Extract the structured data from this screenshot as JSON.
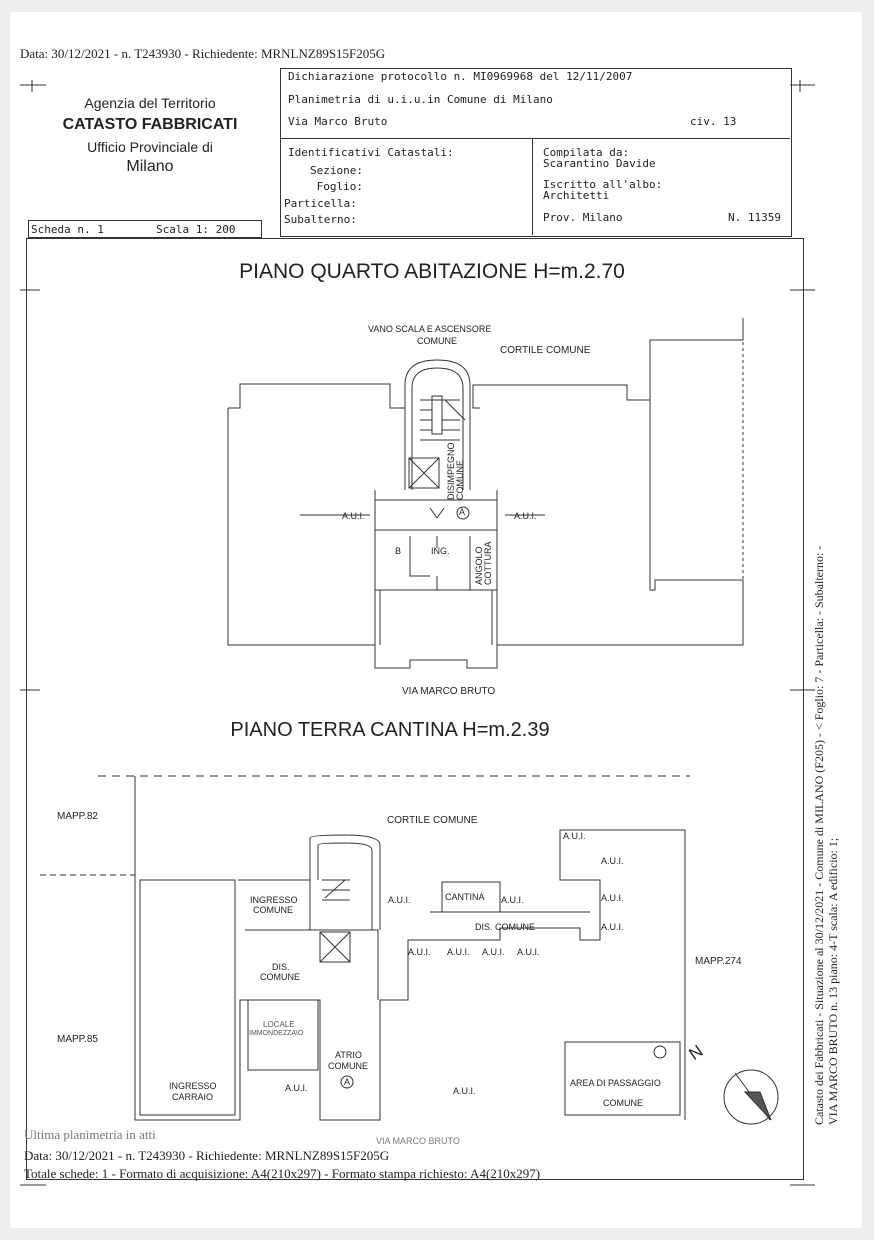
{
  "header": {
    "top_line": "Data: 30/12/2021 - n. T243930 - Richiedente: MRNLNZ89S15F205G"
  },
  "agency": {
    "line1": "Agenzia del Territorio",
    "line2": "CATASTO FABBRICATI",
    "line3": "Ufficio Provinciale di",
    "line4": "Milano"
  },
  "doc": {
    "protocol": "Dichiarazione protocollo n. MI0969968 del  12/11/2007",
    "plan_of": "Planimetria di u.i.u.in Comune di Milano",
    "street": "Via Marco Bruto",
    "civ": "civ. 13",
    "ids_title": "Identificativi Catastali:",
    "sezione": "Sezione:",
    "foglio": "Foglio:",
    "particella": "Particella:",
    "subalterno": "Subalterno:",
    "compiled_by": "Compilata da:",
    "compiler": "Scarantino Davide",
    "registered": "Iscritto all'albo:",
    "profession": "Architetti",
    "province": "Prov. Milano",
    "number": "N. 11359",
    "scheda": "Scheda n. 1",
    "scala": "Scala 1: 200"
  },
  "plan_top": {
    "title": "PIANO QUARTO ABITAZIONE H=m.2.70",
    "vano_scala": "VANO SCALA E ASCENSORE",
    "comune": "COMUNE",
    "cortile": "CORTILE COMUNE",
    "disimpegno": "DISIMPEGNO COMUNE",
    "aui_left": "A.U.I.",
    "aui_right": "A.U.I.",
    "marker": "A",
    "bath": "B",
    "ing": "ING.",
    "angolo": "ANGOLO COTTURA",
    "street": "VIA MARCO BRUTO"
  },
  "plan_bottom": {
    "title": "PIANO TERRA CANTINA H=m.2.39",
    "mapp82": "MAPP.82",
    "mapp85": "MAPP.85",
    "mapp274": "MAPP.274",
    "cortile": "CORTILE COMUNE",
    "ingresso_comune_1": "INGRESSO",
    "ingresso_comune_2": "COMUNE",
    "dis_comune_1": "DIS.",
    "dis_comune_2": "COMUNE",
    "locale_1": "LOCALE",
    "locale_2": "IMMONDEZZAIO",
    "atrio_1": "ATRIO",
    "atrio_2": "COMUNE",
    "marker": "A",
    "ingresso_carraio_1": "INGRESSO",
    "ingresso_carraio_2": "CARRAIO",
    "aui": "A.U.I.",
    "cantina": "CANTINA",
    "dis_comune_h": "DIS. COMUNE",
    "area_1": "AREA DI PASSAGGIO",
    "area_2": "COMUNE",
    "street": "VIA MARCO BRUTO",
    "north": "N"
  },
  "side": {
    "line1": "Catasto dei Fabbricati - Situazione al 30/12/2021 - Comune di MILANO (F205) - < Foglio: 7 - Particella: - Subalterno: -",
    "line2": "VIA MARCO BRUTO n. 13 piano: 4-T scala: A edificio: 1;"
  },
  "footer": {
    "last_plan": "Ultima planimetria in atti",
    "line1": "Data: 30/12/2021 - n. T243930 - Richiedente: MRNLNZ89S15F205G",
    "line2": "Totale schede: 1 - Formato di acquisizione: A4(210x297)  - Formato stampa richiesto: A4(210x297)"
  }
}
